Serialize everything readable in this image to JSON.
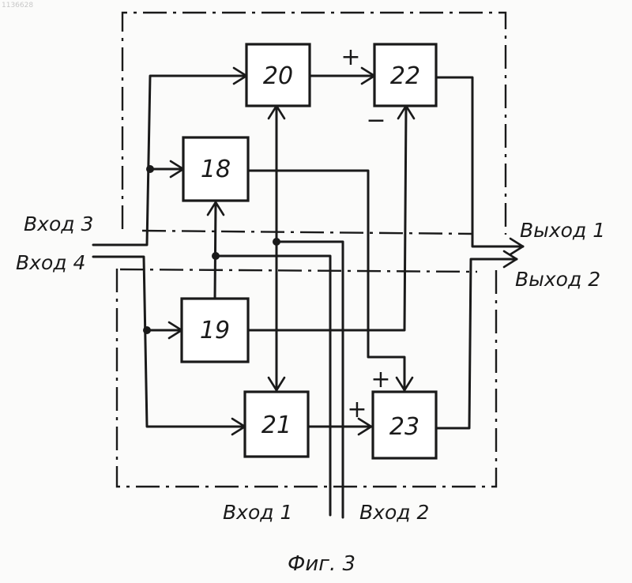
{
  "stamp": "1136628",
  "blocks": {
    "b18": "18",
    "b19": "19",
    "b20": "20",
    "b21": "21",
    "b22": "22",
    "b23": "23"
  },
  "signs": {
    "b22_plus": "+",
    "b22_minus": "−",
    "b23_plus_top": "+",
    "b23_plus_left": "+"
  },
  "ports": {
    "input3": "Вход 3",
    "input4": "Вход 4",
    "input1": "Вход 1",
    "input2": "Вход 2",
    "output1": "Выход 1",
    "output2": "Выход 2"
  },
  "caption": "Фиг. 3"
}
